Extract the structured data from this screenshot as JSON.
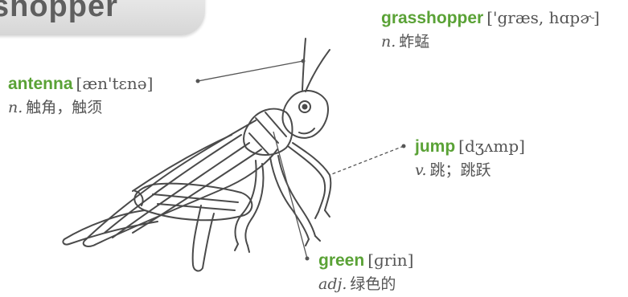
{
  "title": "shopper",
  "labels": {
    "grasshopper": {
      "word": "grasshopper",
      "ipa": "['græs, hɑpɚ]",
      "pos": "n.",
      "meaning": "蚱蜢"
    },
    "antenna": {
      "word": "antenna",
      "ipa": "[æn'tɛnə]",
      "pos": "n.",
      "meaning": "触角，触须"
    },
    "jump": {
      "word": "jump",
      "ipa": "[dʒʌmp]",
      "pos": "v.",
      "meaning": "跳；跳跃"
    },
    "green": {
      "word": "green",
      "ipa": "[ɡrin]",
      "pos": "adj.",
      "meaning": "绿色的"
    }
  },
  "colors": {
    "word": "#5aa236",
    "line": "#555555",
    "body_stroke": "#4a4a4a"
  },
  "illustration": "grasshopper-drawing"
}
